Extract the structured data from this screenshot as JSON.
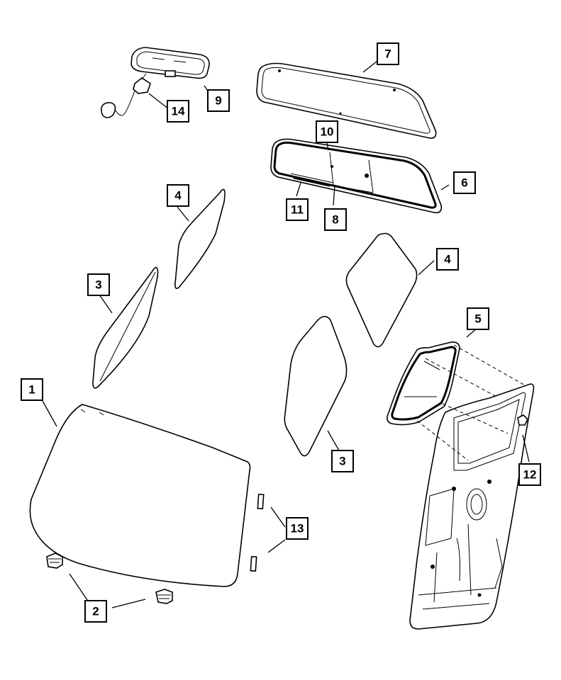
{
  "callouts": [
    {
      "id": "c1",
      "label": "1"
    },
    {
      "id": "c2",
      "label": "2"
    },
    {
      "id": "c3a",
      "label": "3"
    },
    {
      "id": "c3b",
      "label": "3"
    },
    {
      "id": "c4a",
      "label": "4"
    },
    {
      "id": "c4b",
      "label": "4"
    },
    {
      "id": "c5",
      "label": "5"
    },
    {
      "id": "c6",
      "label": "6"
    },
    {
      "id": "c7",
      "label": "7"
    },
    {
      "id": "c8",
      "label": "8"
    },
    {
      "id": "c9",
      "label": "9"
    },
    {
      "id": "c10",
      "label": "10"
    },
    {
      "id": "c11",
      "label": "11"
    },
    {
      "id": "c12",
      "label": "12"
    },
    {
      "id": "c13",
      "label": "13"
    },
    {
      "id": "c14",
      "label": "14"
    }
  ]
}
